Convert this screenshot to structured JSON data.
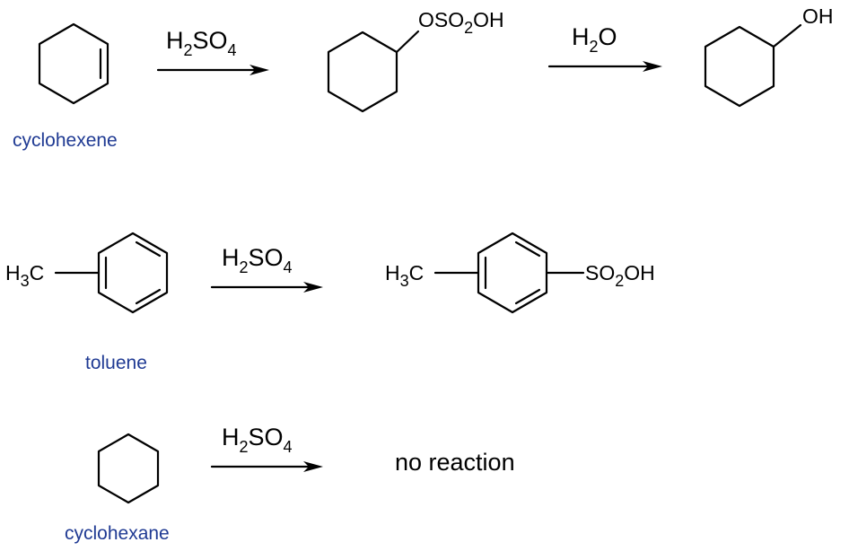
{
  "colors": {
    "ink": "#000000",
    "name_text": "#1f3a93",
    "background": "#ffffff"
  },
  "reaction1": {
    "reactant_name": "cyclohexene",
    "reagent": {
      "main": "H",
      "sub1": "2",
      "mid": "SO",
      "sub2": "4"
    },
    "intermediate_group": {
      "pre": "OSO",
      "sub": "2",
      "post": "OH"
    },
    "reagent2": {
      "main": "H",
      "sub1": "2",
      "post": "O"
    },
    "product_group": "OH"
  },
  "reaction2": {
    "reactant_name": "toluene",
    "methyl": {
      "pre": "H",
      "sub": "3",
      "post": "C"
    },
    "reagent": {
      "main": "H",
      "sub1": "2",
      "mid": "SO",
      "sub2": "4"
    },
    "product_methyl": {
      "pre": "H",
      "sub": "3",
      "post": "C"
    },
    "product_group": {
      "pre": "SO",
      "sub": "2",
      "post": "OH"
    }
  },
  "reaction3": {
    "reactant_name": "cyclohexane",
    "reagent": {
      "main": "H",
      "sub1": "2",
      "mid": "SO",
      "sub2": "4"
    },
    "result": "no reaction"
  }
}
